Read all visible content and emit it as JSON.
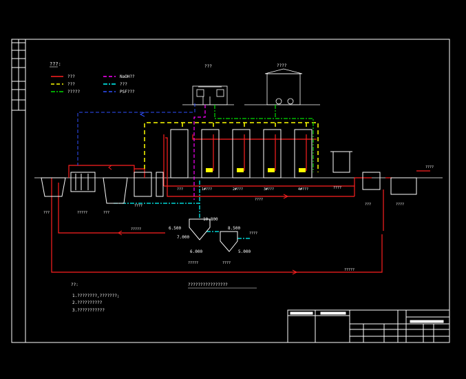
{
  "colors": {
    "background": "#000000",
    "frame": "#ffffff",
    "sewage": "#ff2020",
    "sludge": "#ffff00",
    "air": "#00dd00",
    "naocl": "#ff00ff",
    "water": "#00ffff",
    "pam": "#3050ff"
  },
  "legend": {
    "title": "???:",
    "items": [
      {
        "label": "???",
        "color": "#ff2020",
        "dash": "solid"
      },
      {
        "label": "???",
        "color": "#ffff00",
        "dash": "dash"
      },
      {
        "label": "?????",
        "color": "#00dd00",
        "dash": "dashdot"
      },
      {
        "label": "NaOH??",
        "color": "#ff00ff",
        "dash": "dash"
      },
      {
        "label": "???",
        "color": "#00ffff",
        "dash": "dashdot"
      },
      {
        "label": "PSF???",
        "color": "#3050ff",
        "dash": "dash"
      }
    ]
  },
  "top_labels": {
    "room_a": "???",
    "room_b": "????"
  },
  "process_labels": {
    "tank1": "???",
    "tank2": "?????",
    "tank3": "???",
    "tank4": "????",
    "tank5": "???",
    "membrane1": "1#???",
    "membrane2": "2#???",
    "membrane3": "3#???",
    "membrane4": "4#???",
    "membrane_tank": "????",
    "main_pipe": "????",
    "outlet_tank": "???",
    "clear_tank": "????",
    "outlet": "????",
    "return_pipe": "?????",
    "drain": "????",
    "sludge_tank1": "?????",
    "sludge_tank2": "????",
    "long_return": "?????",
    "bottom_title": "????????????????"
  },
  "levels": {
    "l1": "6.500",
    "l2": "7.000",
    "l3": "6.000",
    "l4": "10.800",
    "l5": "8.500",
    "l6": "5.000"
  },
  "notes": {
    "title": "??:",
    "lines": [
      "1.????????,???????;",
      "2.??????????",
      "3.???????????"
    ]
  }
}
